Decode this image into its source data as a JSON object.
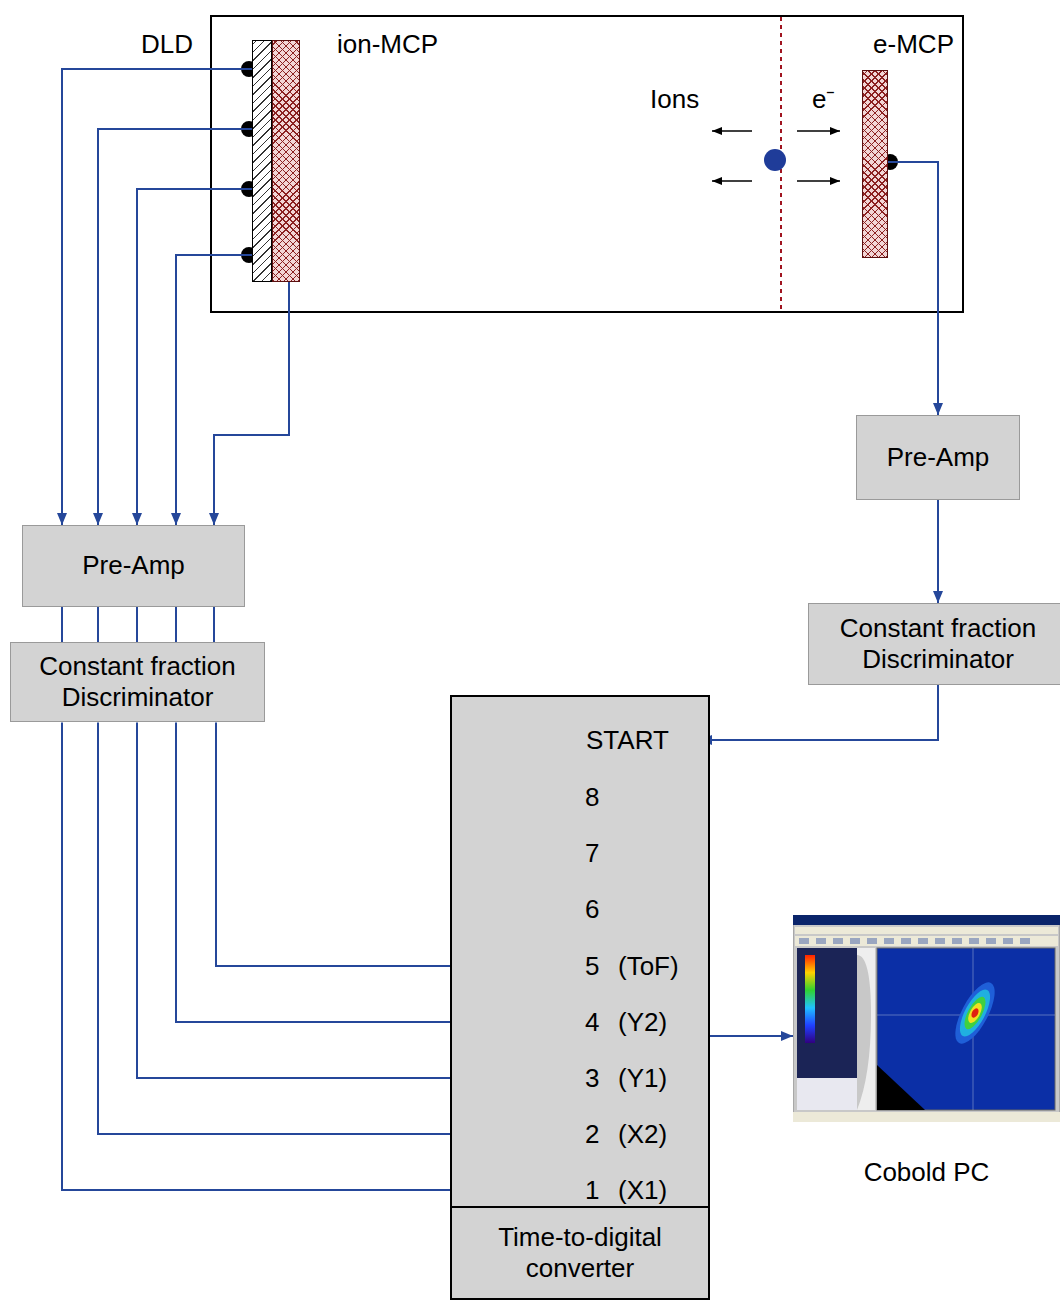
{
  "diagram": {
    "nodes": [
      {
        "text": [
          "DLD"
        ]
      },
      {
        "text": [
          "ion-MCP"
        ]
      },
      {
        "text": [
          "e-MCP"
        ]
      },
      {
        "text": [
          "Pre-Amp"
        ]
      },
      {
        "text": [
          "Pre-Amp"
        ]
      },
      {
        "text": [
          "Constant fraction Discriminator"
        ]
      },
      {
        "text": [
          "Constant fraction Discriminator"
        ]
      },
      {
        "text": [
          "Time-to-digital converter"
        ]
      },
      {
        "text": [
          "START"
        ],
        "in": 7
      },
      {
        "text": [
          "8"
        ],
        "in": 7
      },
      {
        "text": [
          "7"
        ],
        "in": 7
      },
      {
        "text": [
          "6"
        ],
        "in": 7
      },
      {
        "text": [
          "5",
          "(ToF)"
        ],
        "in": 7
      },
      {
        "text": [
          "4",
          "(Y2)"
        ],
        "in": 7
      },
      {
        "text": [
          "3",
          "(Y1)"
        ],
        "in": 7
      },
      {
        "text": [
          "2",
          "(X2)"
        ],
        "in": 7
      },
      {
        "text": [
          "1",
          "(X1)"
        ],
        "in": 7
      },
      {
        "text": [
          "Cobold PC"
        ]
      }
    ],
    "edges": [
      {
        "from": 0,
        "to": 3,
        "arrow": "to"
      },
      {
        "from": 0,
        "to": 3,
        "arrow": "to"
      },
      {
        "from": 0,
        "to": 3,
        "arrow": "to"
      },
      {
        "from": 0,
        "to": 3,
        "arrow": "to"
      },
      {
        "from": 1,
        "to": 3,
        "arrow": "to"
      },
      {
        "from": 2,
        "to": 4,
        "arrow": "to"
      },
      {
        "from": 4,
        "to": 5,
        "arrow": "to"
      },
      {
        "from": 5,
        "to": 8,
        "arrow": "to"
      },
      {
        "from": 3,
        "to": 6,
        "arrow": "none"
      },
      {
        "from": 3,
        "to": 6,
        "arrow": "none"
      },
      {
        "from": 3,
        "to": 6,
        "arrow": "none"
      },
      {
        "from": 3,
        "to": 6,
        "arrow": "none"
      },
      {
        "from": 3,
        "to": 6,
        "arrow": "none"
      },
      {
        "from": 6,
        "to": 12,
        "arrow": "to"
      },
      {
        "from": 6,
        "to": 13,
        "arrow": "to"
      },
      {
        "from": 6,
        "to": 14,
        "arrow": "to"
      },
      {
        "from": 6,
        "to": 15,
        "arrow": "to"
      },
      {
        "from": 6,
        "to": 16,
        "arrow": "to"
      },
      {
        "from": 7,
        "to": 17,
        "arrow": "to"
      }
    ],
    "labels": [
      "Ions",
      "e⁻"
    ]
  }
}
